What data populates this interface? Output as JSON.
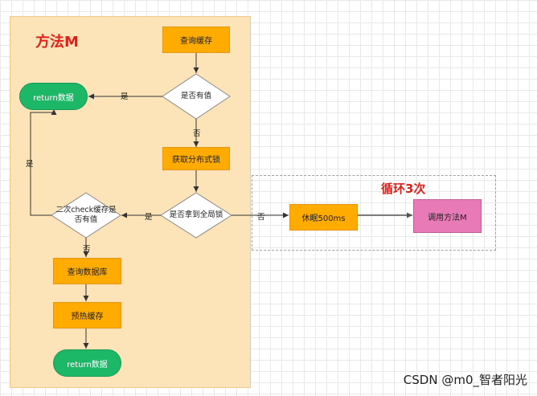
{
  "section_title": "方法M",
  "loop_title": "循环3次",
  "nodes": {
    "query_cache": "查询缓存",
    "has_value": "是否有值",
    "return_top": "return数据",
    "get_lock": "获取分布式锁",
    "got_global_lock": "是否拿到全局锁",
    "second_check_line1": "二次check缓存是",
    "second_check_line2": "否有值",
    "query_db": "查询数据库",
    "warm_cache": "预热缓存",
    "return_bottom": "return数据",
    "sleep": "休眠500ms",
    "call_method": "调用方法M"
  },
  "edge_labels": {
    "yes_has_value": "是",
    "no_has_value": "否",
    "yes_second_check": "是",
    "yes_got_lock": "是",
    "no_got_lock": "否",
    "no_second_check": "否"
  },
  "colors": {
    "panel": "#fde4b8",
    "process": "#ffab00",
    "terminal": "#1db768",
    "call": "#e87ab7",
    "title_red": "#e0201b"
  },
  "watermark": "CSDN @m0_智者阳光"
}
